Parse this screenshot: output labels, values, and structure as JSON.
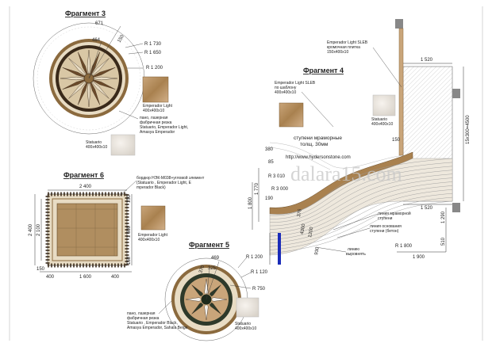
{
  "titles": {
    "f3": "Фрагмент 3",
    "f4": "Фрагмент 4",
    "f5": "Фрагмент 5",
    "f6": "Фрагмент 6"
  },
  "watermark": "dalara15.com",
  "url": "http://www.hydersonstone.com",
  "f3": {
    "dims": {
      "d671": "671",
      "d464": "464",
      "d150": "150",
      "r1730": "R 1 730",
      "r1650": "R 1 650",
      "r1200": "R 1 200"
    },
    "notes": {
      "emp_light_1": "Emperador Light",
      "emp_light_2": "400х400х10",
      "pano_1": "пано, лазерная",
      "pano_2": "фабричная резка",
      "pano_3": "Statuario, Emperador Light,",
      "pano_4": "Amasya Emperador",
      "stat_1": "Statuario",
      "stat_2": "400х400х10"
    }
  },
  "f4": {
    "notes": {
      "el_sleb_1": "Emperador Light SLEB",
      "el_sleb_2": "кромочная плитка",
      "el_sleb_3": "150х400х10",
      "el_sleb2_1": "Emperador Light SLEB",
      "el_sleb2_2": "по шаблону",
      "el_sleb2_3": "400х400х10",
      "stat_1": "Statuario",
      "stat_2": "400х400х10",
      "steps_1": "ступени мраморные",
      "steps_2": "толщ. 30мм",
      "line_marble_1": "линия мраморной",
      "line_marble_2": "ступени",
      "line_base_1": "линия основания",
      "line_base_2": "ступени (бетон)",
      "align_1": "линию",
      "align_2": "выровнять"
    },
    "dims": {
      "d1520_top": "1 520",
      "d1520_mid": "1 520",
      "d15x300": "15х300=4500",
      "d150": "150",
      "d380": "380",
      "d85": "85",
      "r3010": "R 3 010",
      "r3000": "R 3 000",
      "d190": "190",
      "d1770": "1 770",
      "d1800": "1 800",
      "d1290": "1 290",
      "d510": "510",
      "r1800": "R 1 800",
      "d1900": "1 900",
      "d4300": "4300",
      "d1200": "1200",
      "d376": "376",
      "d930": "930"
    }
  },
  "f6": {
    "notes": {
      "border_1": "бордюр НЭК-М038+угловой элемент",
      "border_2": "(Statuario , Emperador Light, E",
      "border_3": "mperador Black)",
      "el_1": "Emperador Light",
      "el_2": "400х400х10"
    },
    "dims": {
      "top": "2 400",
      "left_outer": "2 400",
      "left_inner": "2 100",
      "right_top": "150",
      "right_mid": "1 600",
      "right_bot": "150",
      "bot_150": "150",
      "bot_400a": "400",
      "bot_1600": "1 600",
      "bot_400b": "400"
    }
  },
  "f5": {
    "dims": {
      "d469": "469",
      "d325": "325",
      "d370": "370",
      "r1200": "R 1 200",
      "r1120": "R 1 120",
      "r750": "R 750"
    },
    "notes": {
      "pano_1": "пано, лазерная",
      "pano_2": "фабричная резка",
      "pano_3": "Statuario , Emperador Black,",
      "pano_4": "Amasya Emperador, Sahala Beige",
      "stat_1": "Statuario",
      "stat_2": "400х400х10"
    }
  },
  "colors": {
    "brown": "#8B6A3E",
    "tan": "#C9A57A",
    "cream": "#E8DCC4",
    "marble": "#F2EFEA",
    "dark": "#3A2A1A",
    "blue": "#1A2BB8"
  }
}
